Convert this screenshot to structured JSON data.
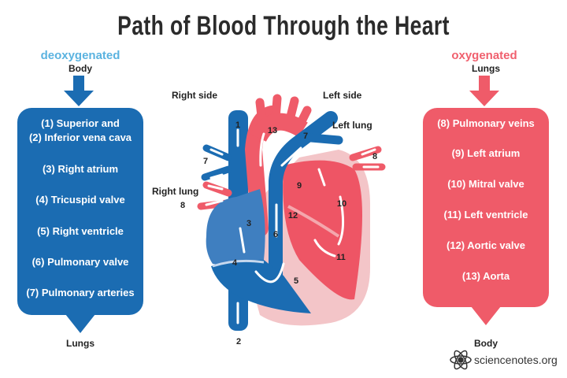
{
  "title": "Path of Blood Through the Heart",
  "left": {
    "header": "deoxygenated",
    "top_label": "Body",
    "bottom_label": "Lungs",
    "items": [
      "(1) Superior and",
      "(2) Inferior vena cava",
      "(3) Right atrium",
      "(4) Tricuspid valve",
      "(5) Right ventricle",
      "(6) Pulmonary valve",
      "(7) Pulmonary arteries"
    ]
  },
  "right": {
    "header": "oxygenated",
    "top_label": "Lungs",
    "bottom_label": "Body",
    "items": [
      "(8) Pulmonary veins",
      "(9) Left atrium",
      "(10) Mitral valve",
      "(11) Left ventricle",
      "(12) Aortic valve",
      "(13) Aorta"
    ]
  },
  "diagram": {
    "right_side": "Right side",
    "left_side": "Left side",
    "left_lung": "Left lung",
    "right_lung": "Right lung",
    "markers": {
      "n1": "1",
      "n2": "2",
      "n3": "3",
      "n4": "4",
      "n5": "5",
      "n6": "6",
      "n7a": "7",
      "n7b": "7",
      "n8a": "8",
      "n8b": "8",
      "n9": "9",
      "n10": "10",
      "n11": "11",
      "n12": "12",
      "n13": "13"
    }
  },
  "logo": {
    "text": "sciencenotes.org"
  },
  "colors": {
    "deoxygenated": "#1b6cb2",
    "oxygenated": "#ef5b69",
    "deoxy_header": "#5bb3e0",
    "oxy_header": "#f0606e"
  }
}
